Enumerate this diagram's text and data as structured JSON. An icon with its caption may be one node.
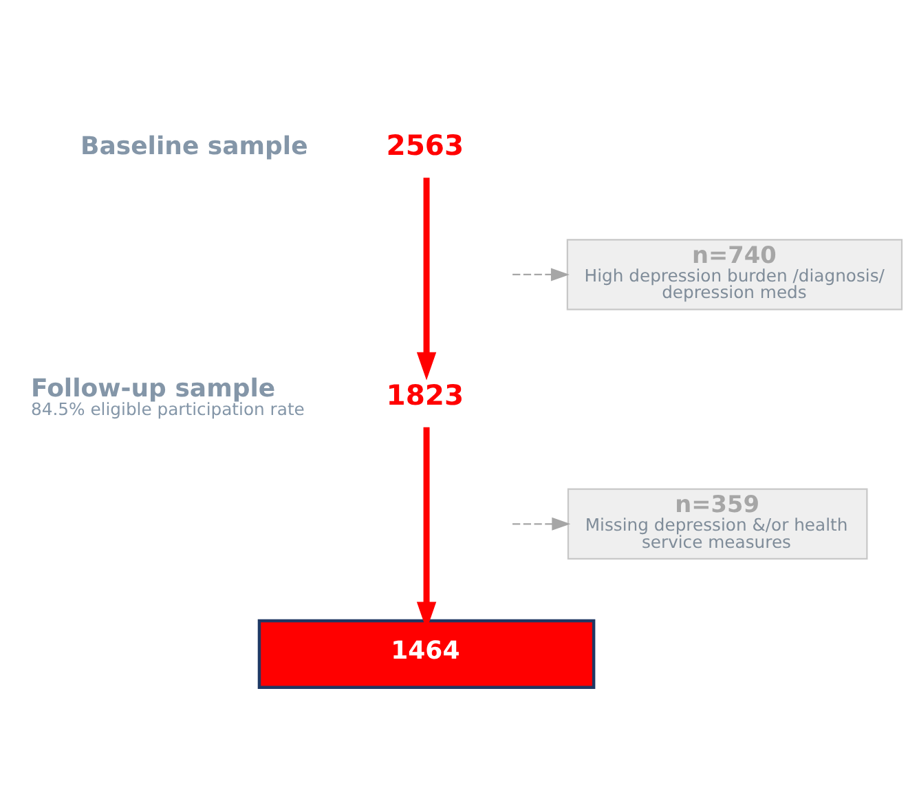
{
  "diagram": {
    "nodes": [
      {
        "text": [
          "2563"
        ],
        "beside": [
          "Baseline sample"
        ]
      },
      {
        "text": [
          "n=740",
          "High depression burden /diagnosis/ depression meds"
        ]
      },
      {
        "text": [
          "1823"
        ],
        "beside": [
          "Follow-up sample",
          "84.5% eligible participation rate"
        ]
      },
      {
        "text": [
          "n=359",
          "Missing depression &/or health service measures"
        ]
      },
      {
        "text": [
          "1464"
        ]
      }
    ],
    "edges": [
      {
        "from": 0,
        "to": 2,
        "arrow": "to",
        "style": "thick",
        "color": "#ff0000"
      },
      {
        "from": null,
        "to": 1,
        "arrow": "to",
        "style": "dashed",
        "color": "#a6a6a6"
      },
      {
        "from": 2,
        "to": 4,
        "arrow": "to",
        "style": "thick",
        "color": "#ff0000"
      },
      {
        "from": null,
        "to": 3,
        "arrow": "to",
        "style": "dashed",
        "color": "#a6a6a6"
      }
    ]
  }
}
